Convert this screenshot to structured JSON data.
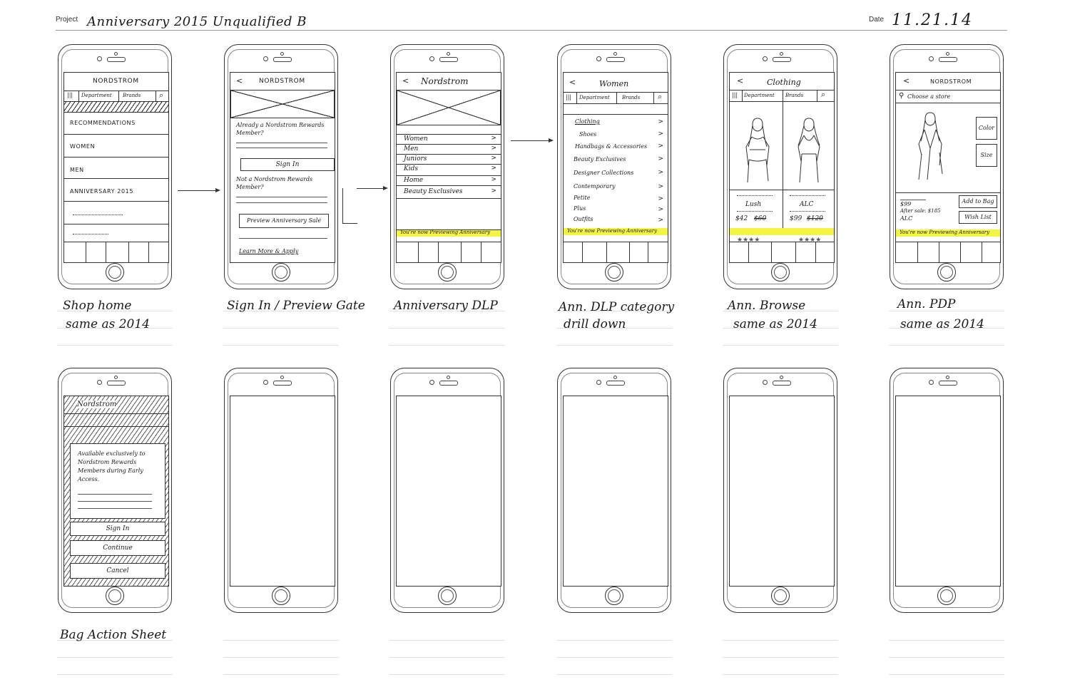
{
  "header": {
    "project_label": "Project",
    "project_value": "Anniversary 2015  Unqualified  B",
    "date_label": "Date",
    "date_value": "11.21.14"
  },
  "screens": {
    "shop_home": {
      "title": "NORDSTROM",
      "tabs": [
        "Department",
        "Brands"
      ],
      "menu": [
        "RECOMMENDATIONS",
        "WOMEN",
        "MEN",
        "ANNIVERSARY 2015"
      ],
      "caption": [
        "Shop home",
        "same as 2014"
      ]
    },
    "sign_in": {
      "back": "<",
      "title": "NORDSTROM",
      "already_text": "Already a Nordstrom Rewards Member?",
      "sign_in_btn": "Sign In",
      "not_text": "Not a Nordstrom Rewards Member?",
      "preview_btn": "Preview Anniversary Sale",
      "learn_link": "Learn More & Apply",
      "caption": [
        "Sign In / Preview Gate"
      ]
    },
    "dlp": {
      "back": "<",
      "title": "Nordstrom",
      "menu": [
        "Women",
        "Men",
        "Juniors",
        "Kids",
        "Home",
        "Beauty Exclusives"
      ],
      "banner": "You're now Previewing Anniversary",
      "caption": [
        "Anniversary DLP"
      ]
    },
    "dlp_category": {
      "back": "<",
      "title": "Women",
      "tabs": [
        "Department",
        "Brands"
      ],
      "menu": [
        "Clothing",
        "Shoes",
        "Handbags & Accessories",
        "Beauty Exclusives",
        "Designer Collections",
        "Contemporary",
        "Petite",
        "Plus",
        "Outfits"
      ],
      "banner": "You're now Previewing Anniversary",
      "caption": [
        "Ann. DLP category",
        "drill down"
      ]
    },
    "browse": {
      "back": "<",
      "title": "Clothing",
      "tabs": [
        "Department",
        "Brands"
      ],
      "products": [
        {
          "brand": "Lush",
          "price": "$42",
          "was": "$60",
          "rating": "★★★★"
        },
        {
          "brand": "ALC",
          "price": "$99",
          "was": "$120",
          "rating": "★★★★"
        }
      ],
      "caption": [
        "Ann. Browse",
        "same as 2014"
      ]
    },
    "pdp": {
      "back": "<",
      "title": "NORDSTROM",
      "location": "Choose a store",
      "options": [
        "Color",
        "Size"
      ],
      "price": "$99",
      "after_sale": "After sale: $185",
      "brand": "ALC",
      "add_to_bag": "Add to Bag",
      "wish_list": "Wish List",
      "banner": "You're now Previewing Anniversary",
      "caption": [
        "Ann. PDP",
        "same as 2014"
      ]
    },
    "bag_sheet": {
      "title": "Nordstrom",
      "message": "Available exclusively to Nordstrom Rewards Members during Early Access.",
      "buttons": [
        "Sign In",
        "Continue",
        "Cancel"
      ],
      "caption": [
        "Bag Action Sheet"
      ]
    }
  },
  "icons": {
    "barcode": "|||",
    "search": "⌕",
    "pin": "⚲"
  }
}
